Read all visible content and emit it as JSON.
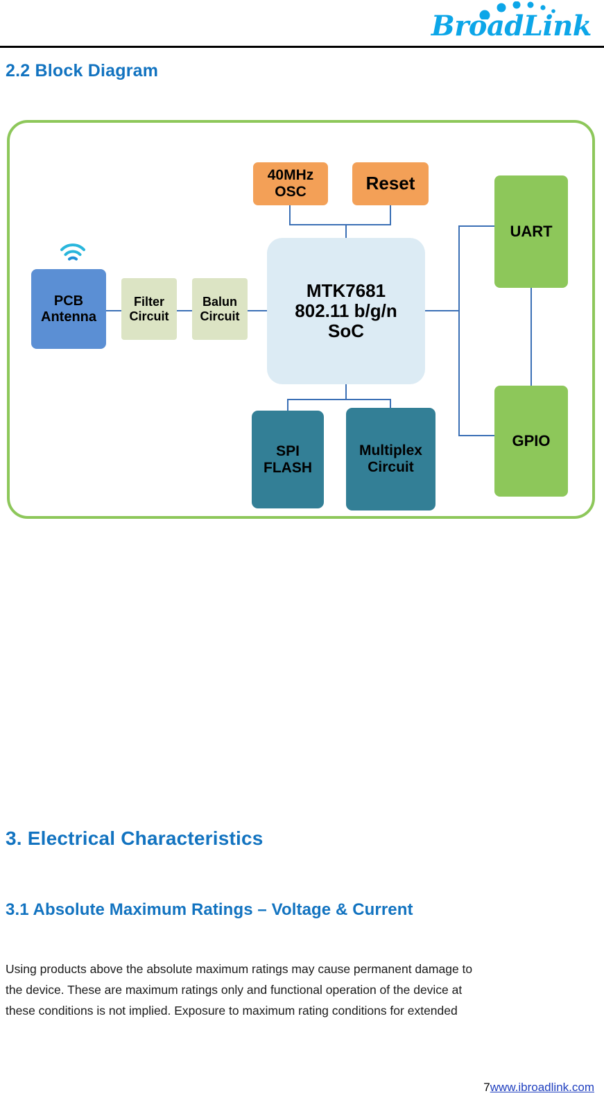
{
  "header": {
    "logo_text": "BroadLink",
    "logo_icon": "broadlink-logo"
  },
  "headings": {
    "block_diagram": "2.2 Block Diagram",
    "electrical_characteristics": "3. Electrical Characteristics",
    "absolute_maximum_ratings": "3.1 Absolute Maximum Ratings – Voltage & Current"
  },
  "diagram": {
    "boxes": {
      "osc": "40MHz\nOSC",
      "osc_line1": "40MHz",
      "osc_line2": "OSC",
      "reset": "Reset",
      "soc_line1": "MTK7681",
      "soc_line2": "802.11 b/g/n",
      "soc_line3": "SoC",
      "antenna_line1": "PCB",
      "antenna_line2": "Antenna",
      "filter_line1": "Filter",
      "filter_line2": "Circuit",
      "balun_line1": "Balun",
      "balun_line2": "Circuit",
      "spi_line1": "SPI",
      "spi_line2": "FLASH",
      "mux_line1": "Multiplex",
      "mux_line2": "Circuit",
      "uart": "UART",
      "gpio": "GPIO"
    },
    "wifi_icon": "wifi-signal-icon",
    "colors": {
      "border": "#8DC75A",
      "osc": "#F3A057",
      "soc": "#DCEBF4",
      "antenna": "#5B8FD4",
      "filter": "#DCE4C4",
      "flash": "#337F96",
      "io": "#8DC75A",
      "connector": "#3A6FB5"
    }
  },
  "body": {
    "paragraph_line1": "Using products above the absolute maximum ratings may cause permanent damage to",
    "paragraph_line2": "the device. These are maximum ratings only and functional operation of the device at",
    "paragraph_line3": "these conditions is not implied. Exposure to maximum rating conditions for extended"
  },
  "footer": {
    "page_number": "7",
    "website": "www.ibroadlink.com"
  }
}
